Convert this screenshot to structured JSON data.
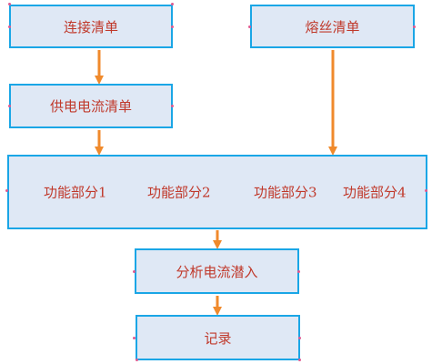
{
  "boxes": {
    "lianjie": "连接清单",
    "rongsi": "熔丝清单",
    "gongdian": "供电电流清单",
    "fenxi": "分析电流潜入",
    "jilu": "记录"
  },
  "functions": [
    "功能部分1",
    "功能部分2",
    "功能部分3",
    "功能部分4"
  ],
  "colors": {
    "box_fill": "#dfe8f5",
    "box_border": "#1aa6e6",
    "text": "#c0392b",
    "arrow": "#f08a2c"
  }
}
